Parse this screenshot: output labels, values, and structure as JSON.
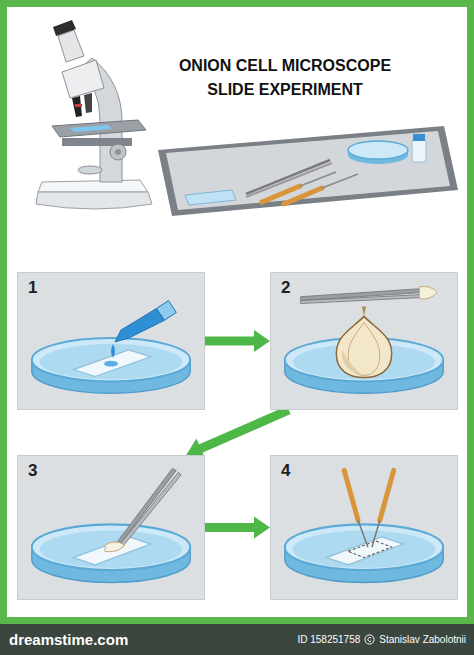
{
  "diagram": {
    "title": "ONION CELL MICROSCOPE SLIDE EXPERIMENT",
    "nodes": [
      {
        "text": [
          "1"
        ]
      },
      {
        "text": [
          "2"
        ]
      },
      {
        "text": [
          "3"
        ]
      },
      {
        "text": [
          "4"
        ]
      }
    ],
    "edges": [
      {
        "from": 0,
        "to": 1,
        "arrow": "to"
      },
      {
        "from": 1,
        "to": 2,
        "arrow": "to"
      },
      {
        "from": 2,
        "to": 3,
        "arrow": "to"
      }
    ],
    "labels": [
      "dreamstime.com",
      "ID 158251758",
      "Stanislav Zabolotnii"
    ]
  }
}
